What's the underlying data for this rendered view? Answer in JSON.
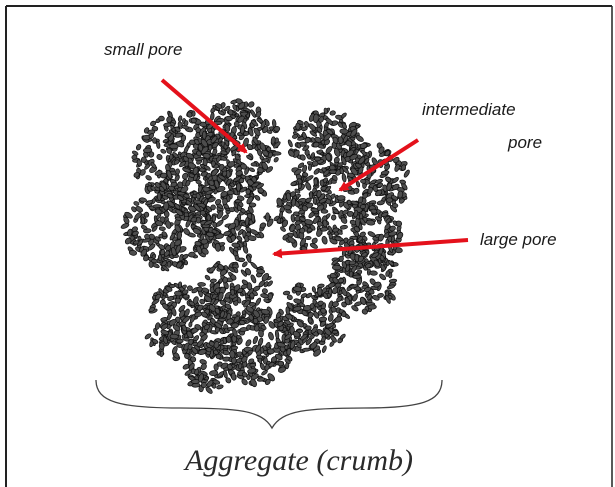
{
  "labels": {
    "small_pore": "small pore",
    "intermediate_line1": "intermediate",
    "intermediate_line2": "pore",
    "large_pore": "large pore"
  },
  "caption": "Aggregate (crumb)",
  "colors": {
    "arrow": "#e4111b",
    "particle_fill": "#4d4d4d",
    "particle_stroke": "#0d0d0d",
    "frame": "#222222"
  }
}
